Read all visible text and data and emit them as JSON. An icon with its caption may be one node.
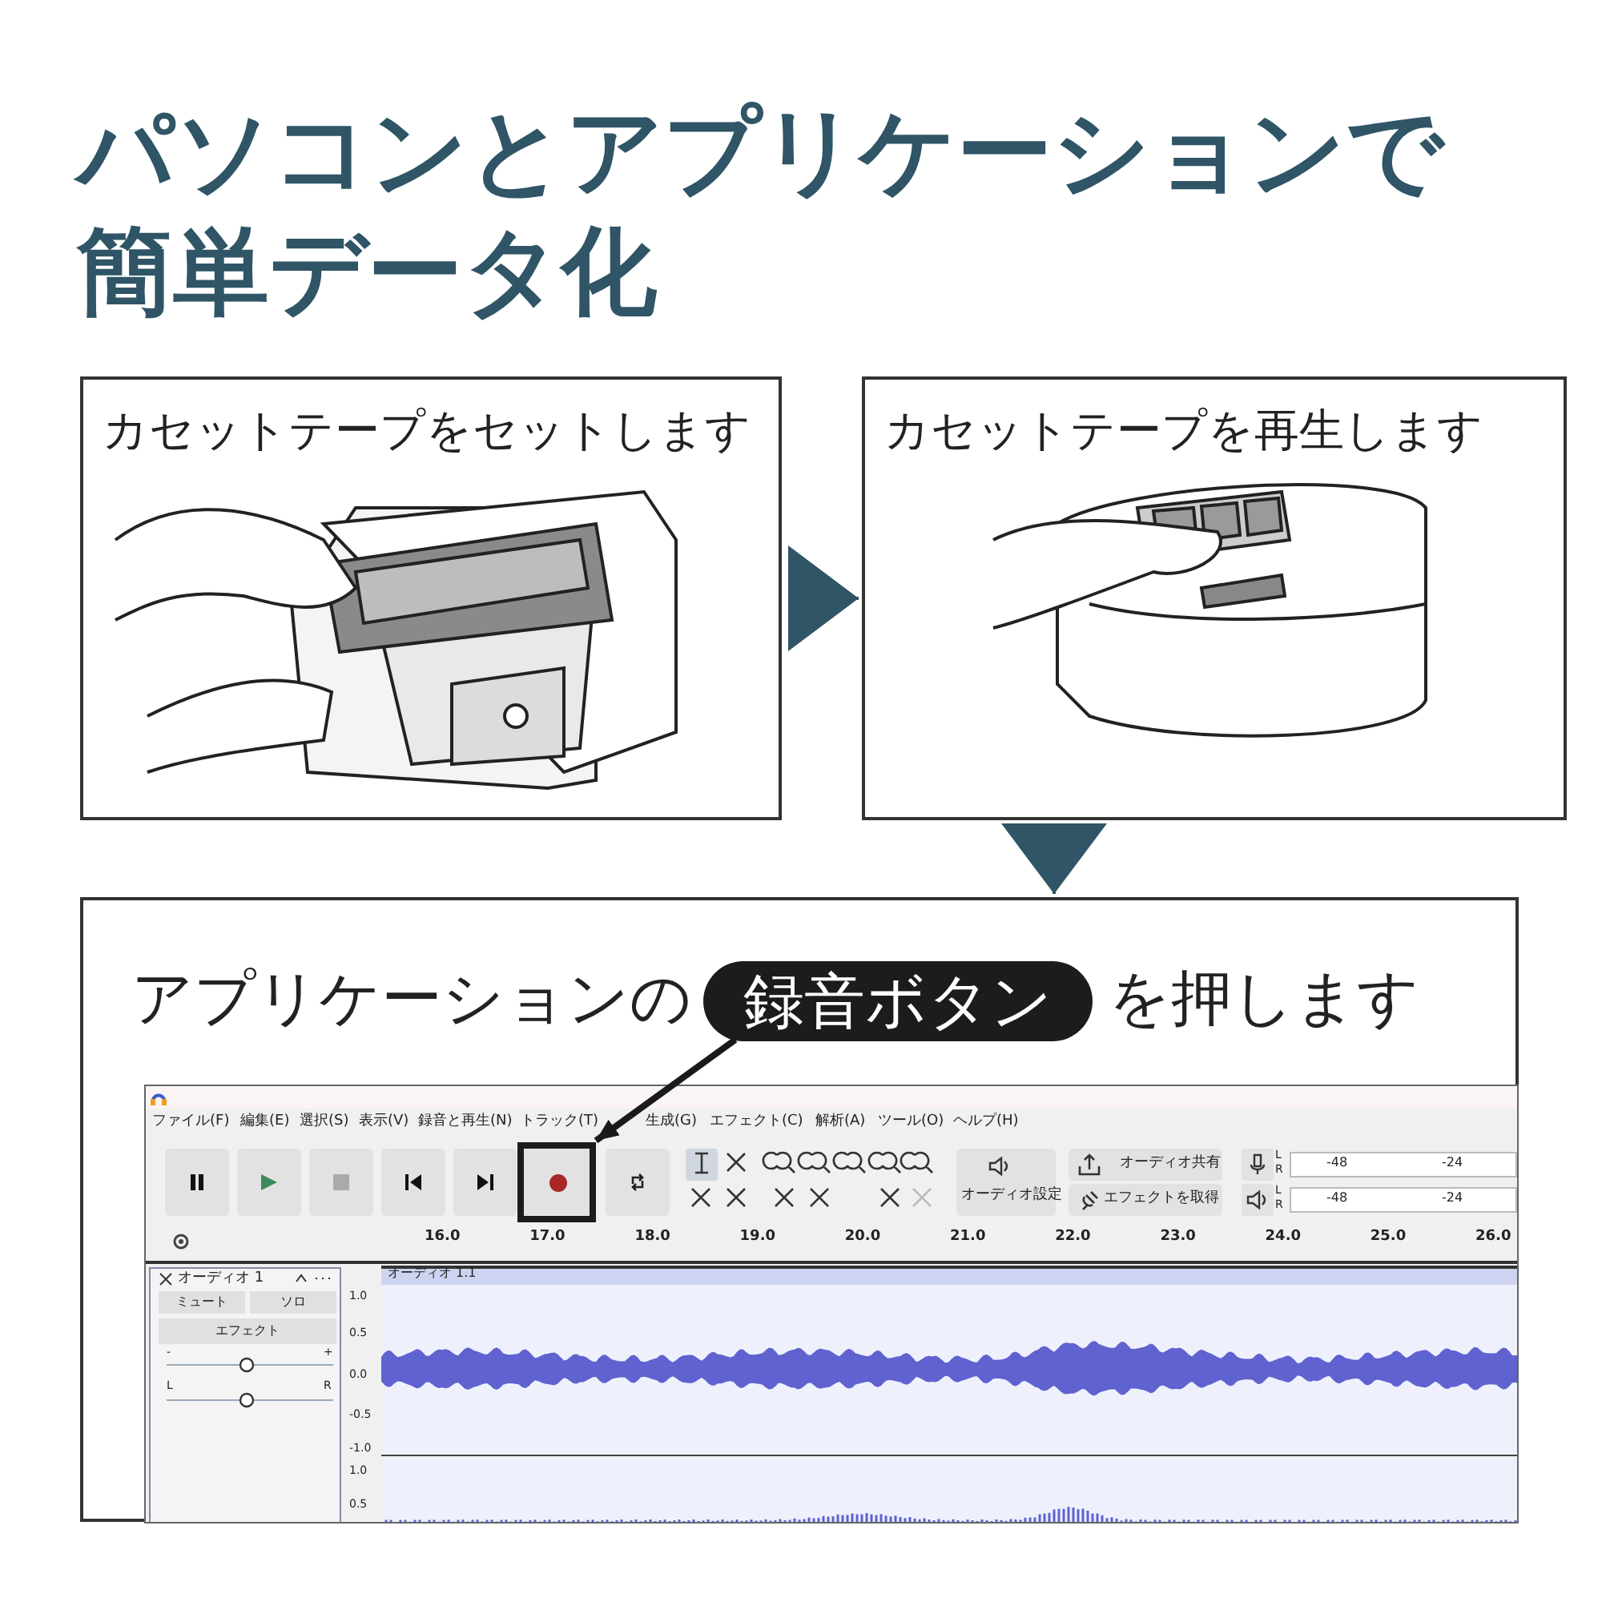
{
  "diagram": {
    "title": "パソコンとアプリケーションで簡単データ化",
    "nodes": [
      {
        "text": [
          "カセットテープをセットします"
        ]
      },
      {
        "text": [
          "カセットテープを再生します"
        ]
      },
      {
        "text": [
          "アプリケーションの",
          "を押します"
        ]
      },
      {
        "text": [
          "録音ボタン"
        ],
        "in": 2
      },
      {
        "text": [],
        "shape": "box",
        "in": 2
      }
    ],
    "edges": [
      {
        "from": 0,
        "to": 1,
        "arrow": "to"
      },
      {
        "from": 1,
        "to": 2,
        "arrow": "to"
      },
      {
        "from": 3,
        "to": 4,
        "arrow": "to",
        "style": "thick",
        "color": "#1a1a1a"
      }
    ],
    "labels": [
      "ファイル(F)",
      "編集(E)",
      "選択(S)",
      "表示(V)",
      "録音と再生(N)",
      "トラック(T)",
      "生成(G)",
      "エフェクト(C)",
      "解析(A)",
      "ツール(O)",
      "ヘルプ(H)",
      "オーディオ設定",
      "オーディオ共有",
      "エフェクトを取得",
      "L",
      "R",
      "-48",
      "-24",
      "L",
      "R",
      "-48",
      "-24",
      "16.0",
      "17.0",
      "18.0",
      "19.0",
      "20.0",
      "21.0",
      "22.0",
      "23.0",
      "24.0",
      "25.0",
      "26.0",
      "オーディオ 1",
      "ミュート",
      "ソロ",
      "エフェクト",
      "-",
      "+",
      "L",
      "R",
      "オーディオ 1.1",
      "1.0",
      "0.5",
      "0.0",
      "-0.5",
      "-1.0",
      "1.0",
      "0.5"
    ]
  }
}
